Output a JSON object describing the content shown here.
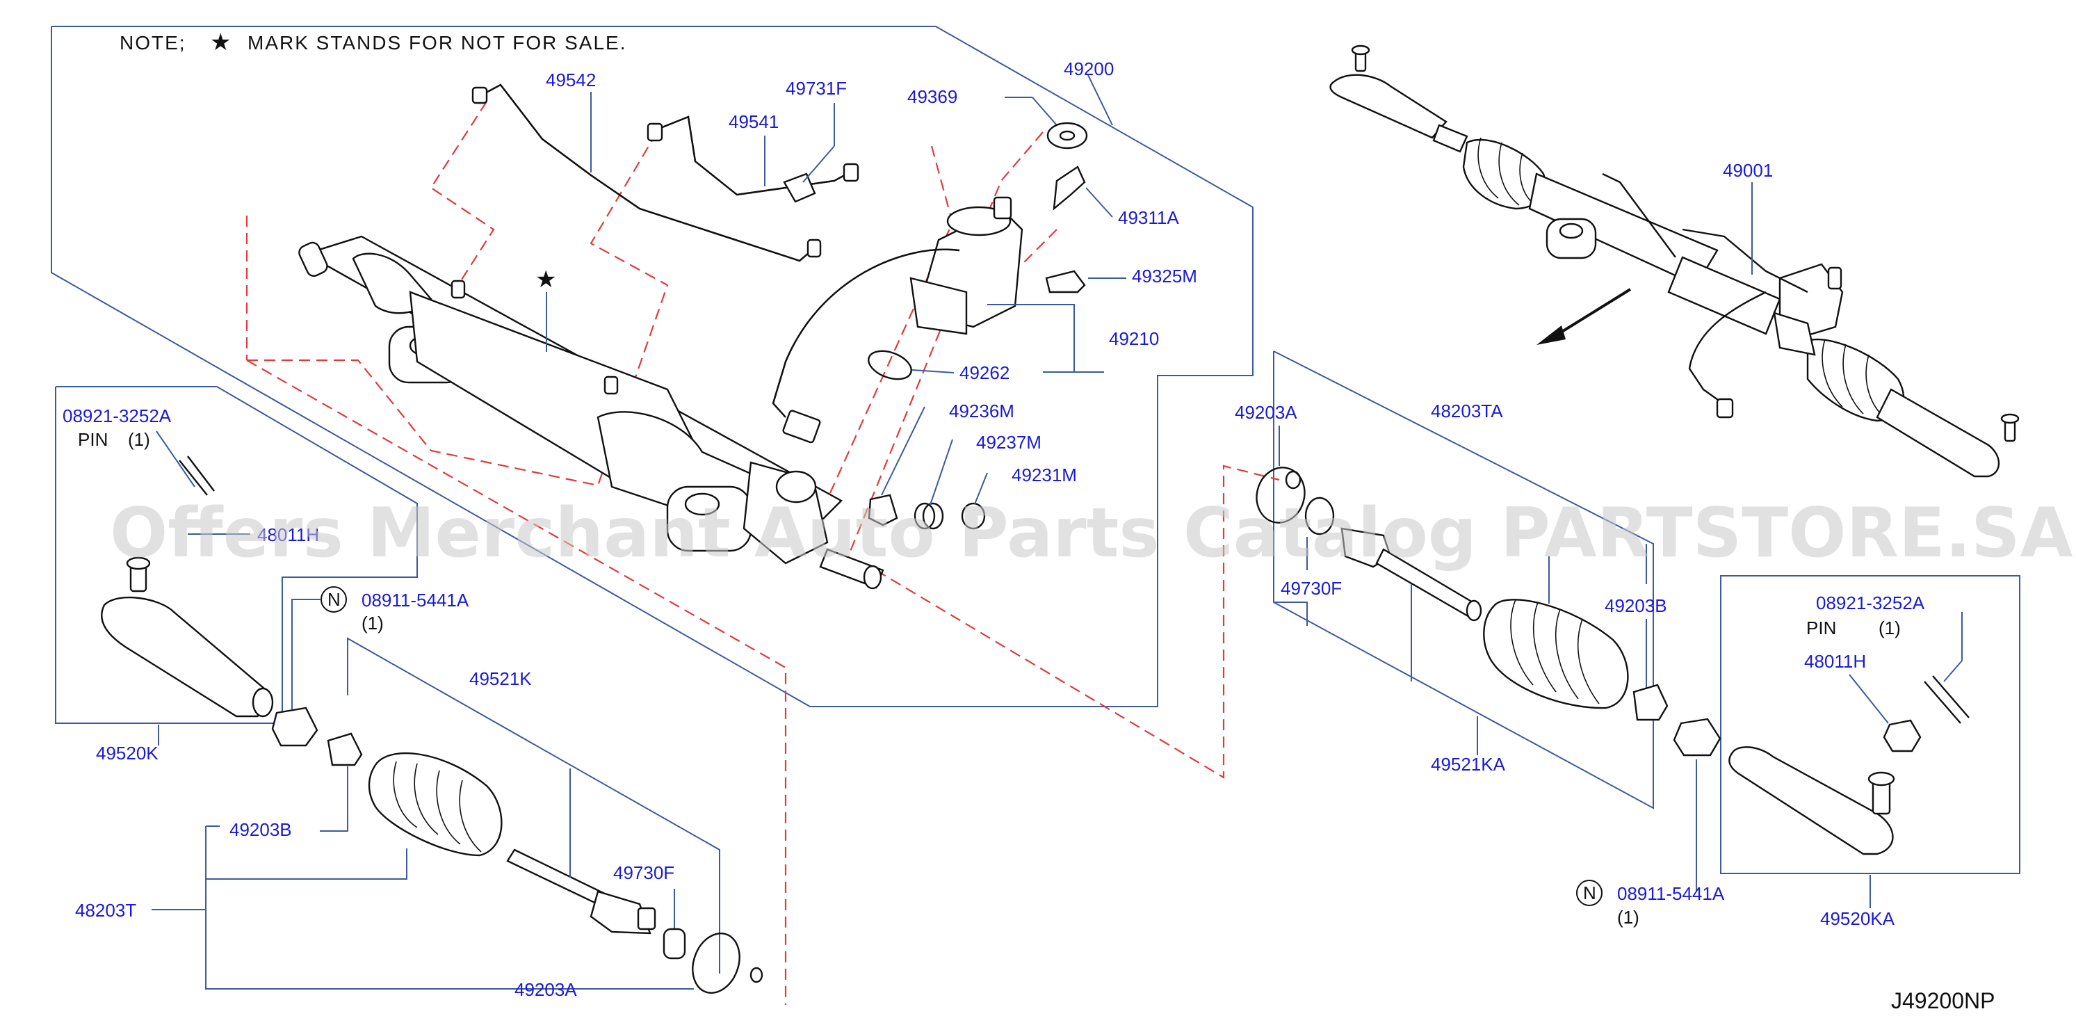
{
  "note": {
    "prefix": "NOTE;",
    "star": "★",
    "text": "MARK STANDS FOR NOT FOR SALE."
  },
  "star_mark": "★",
  "labels": {
    "p49542": "49542",
    "p49731F": "49731F",
    "p49541": "49541",
    "p49369": "49369",
    "p49200": "49200",
    "p49311A": "49311A",
    "p49325M": "49325M",
    "p49210": "49210",
    "p49262": "49262",
    "p49236M": "49236M",
    "p49237M": "49237M",
    "p49231M": "49231M",
    "p08921L": "08921-3252A",
    "pinL": "PIN",
    "pinLqty": "(1)",
    "p48011Lpartial": "48011H",
    "p49520K": "49520K",
    "p08911L": "08911-5441A",
    "p08911Lqty": "(1)",
    "p49521K": "49521K",
    "p49203BL": "49203B",
    "p48203T": "48203T",
    "p49730FL": "49730F",
    "p49203AL": "49203A",
    "p49001": "49001",
    "p49203AR": "49203A",
    "p48203TA": "48203TA",
    "p49730FR": "49730F",
    "p49203BR": "49203B",
    "p49521KA": "49521KA",
    "p08921R": "08921-3252A",
    "pinR": "PIN",
    "pinRqty": "(1)",
    "p48011H": "48011H",
    "p08911R": "08911-5441A",
    "p08911Rqty": "(1)",
    "p49520KA": "49520KA"
  },
  "n_marker": "N",
  "diagram_code": "J49200NP",
  "watermark": "Offers Merchant Auto Parts Catalog PARTSTORE.SA",
  "colors": {
    "label": "#1a1ad6",
    "leader": "#3c5a9c",
    "dashed": "#e23a3a",
    "ink": "#111111"
  }
}
